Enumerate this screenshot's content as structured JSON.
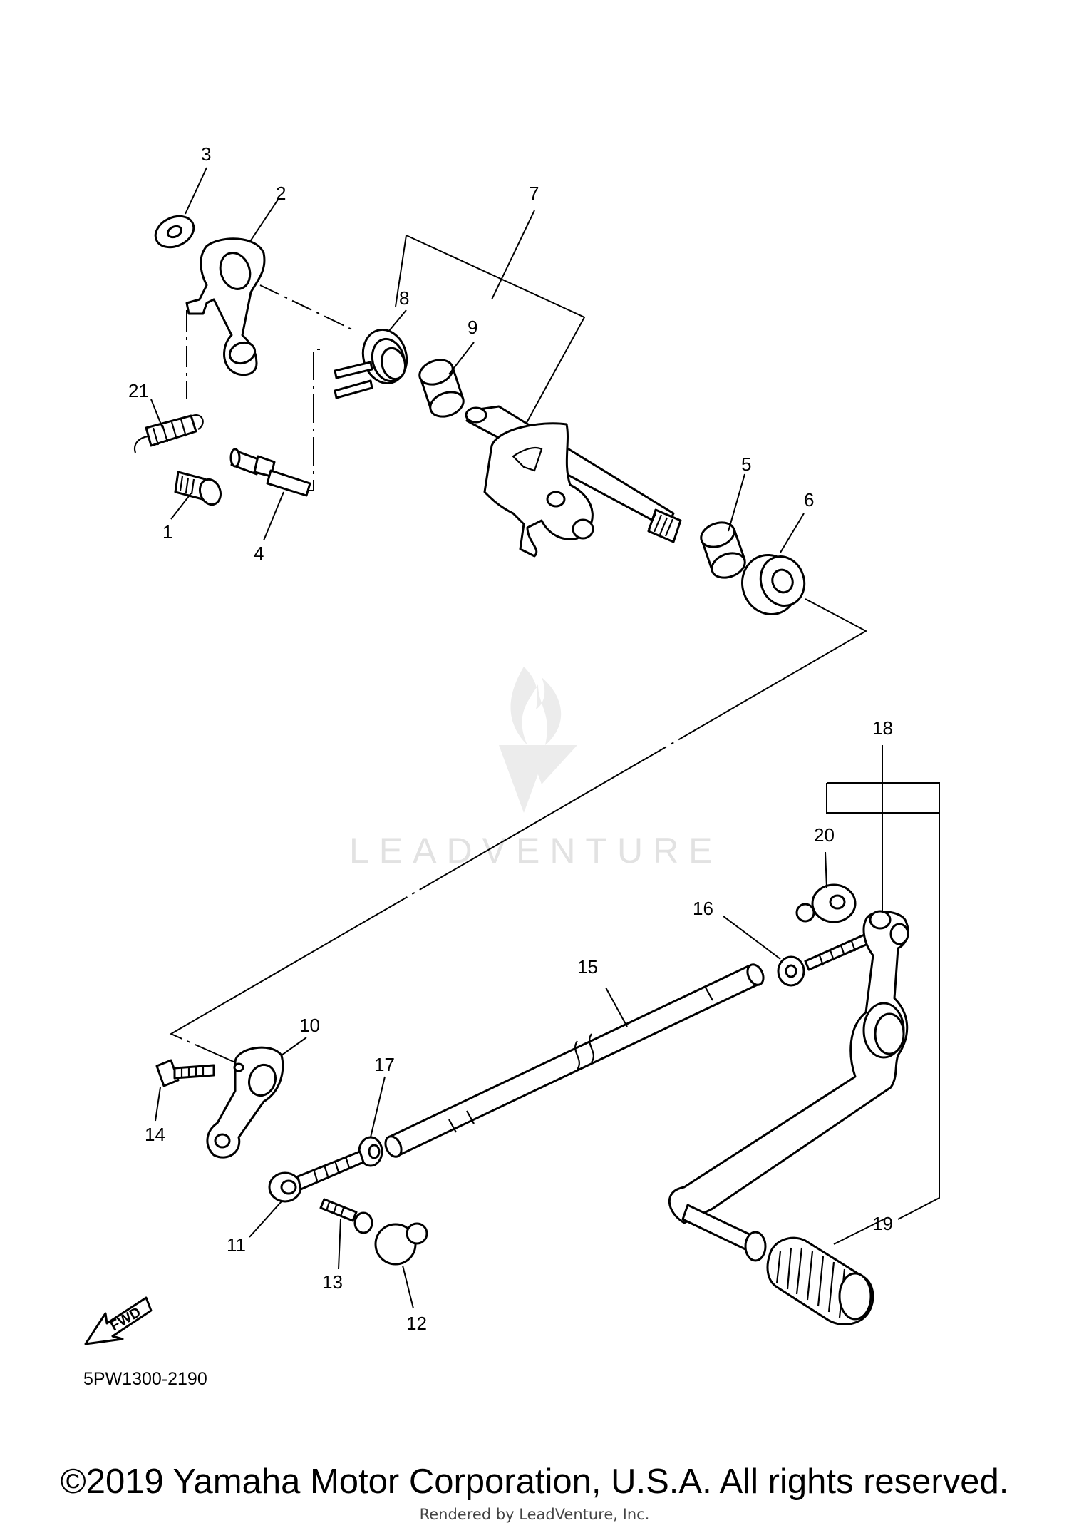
{
  "diagram": {
    "diagram_code": "5PW1300-2190",
    "fwd_label": "FWD",
    "watermark": "LEADVENTURE",
    "callouts": {
      "c1": "1",
      "c2": "2",
      "c3": "3",
      "c4": "4",
      "c5": "5",
      "c6": "6",
      "c7": "7",
      "c8": "8",
      "c9": "9",
      "c10": "10",
      "c11": "11",
      "c12": "12",
      "c13": "13",
      "c14": "14",
      "c15": "15",
      "c16": "16",
      "c17": "17",
      "c18": "18",
      "c19": "19",
      "c20": "20",
      "c21": "21"
    }
  },
  "footer": {
    "copyright": "©2019 Yamaha Motor Corporation, U.S.A. All rights reserved.",
    "rendered_by": "Rendered by LeadVenture, Inc."
  }
}
